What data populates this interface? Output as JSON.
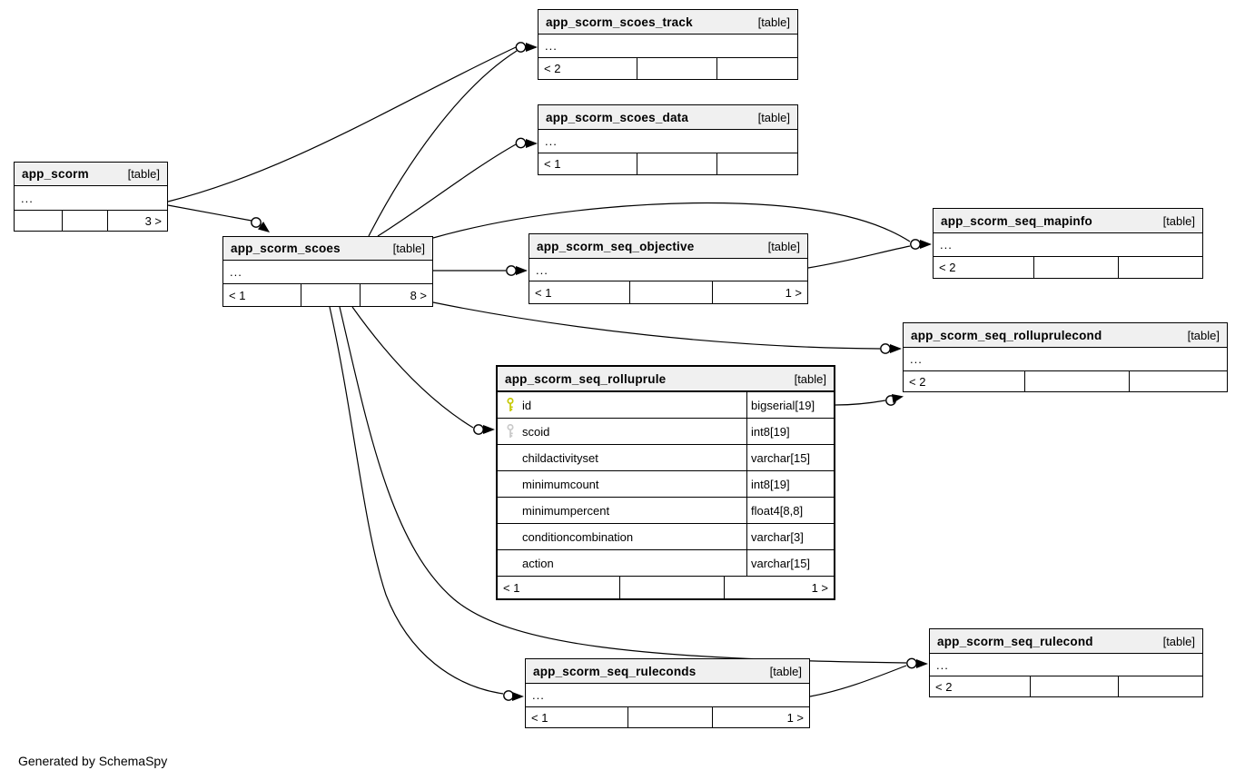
{
  "diagram": {
    "generated_by": "Generated by SchemaSpy",
    "colors": {
      "background": "#ffffff",
      "table_header_bg": "#f0f0f0",
      "border": "#000000",
      "primary_key_icon": "#c5c800",
      "foreign_key_icon": "#c9c9c9"
    },
    "tables": {
      "app_scorm": {
        "title": "app_scorm",
        "tag": "[table]",
        "ellipsis": "...",
        "footer_left": "",
        "footer_mid": "",
        "footer_right": "3 >"
      },
      "app_scorm_scoes": {
        "title": "app_scorm_scoes",
        "tag": "[table]",
        "ellipsis": "...",
        "footer_left": "< 1",
        "footer_mid": "",
        "footer_right": "8 >"
      },
      "app_scorm_scoes_track": {
        "title": "app_scorm_scoes_track",
        "tag": "[table]",
        "ellipsis": "...",
        "footer_left": "< 2",
        "footer_mid": "",
        "footer_right": ""
      },
      "app_scorm_scoes_data": {
        "title": "app_scorm_scoes_data",
        "tag": "[table]",
        "ellipsis": "...",
        "footer_left": "< 1",
        "footer_mid": "",
        "footer_right": ""
      },
      "app_scorm_seq_objective": {
        "title": "app_scorm_seq_objective",
        "tag": "[table]",
        "ellipsis": "...",
        "footer_left": "< 1",
        "footer_mid": "",
        "footer_right": "1 >"
      },
      "app_scorm_seq_mapinfo": {
        "title": "app_scorm_seq_mapinfo",
        "tag": "[table]",
        "ellipsis": "...",
        "footer_left": "< 2",
        "footer_mid": "",
        "footer_right": ""
      },
      "app_scorm_seq_rolluprulecond": {
        "title": "app_scorm_seq_rolluprulecond",
        "tag": "[table]",
        "ellipsis": "...",
        "footer_left": "< 2",
        "footer_mid": "",
        "footer_right": ""
      },
      "app_scorm_seq_rolluprule": {
        "title": "app_scorm_seq_rolluprule",
        "tag": "[table]",
        "footer_left": "< 1",
        "footer_mid": "",
        "footer_right": "1 >",
        "columns": [
          {
            "name": "id",
            "type": "bigserial[19]",
            "key": "primary-key"
          },
          {
            "name": "scoid",
            "type": "int8[19]",
            "key": "foreign-key"
          },
          {
            "name": "childactivityset",
            "type": "varchar[15]",
            "key": ""
          },
          {
            "name": "minimumcount",
            "type": "int8[19]",
            "key": ""
          },
          {
            "name": "minimumpercent",
            "type": "float4[8,8]",
            "key": ""
          },
          {
            "name": "conditioncombination",
            "type": "varchar[3]",
            "key": ""
          },
          {
            "name": "action",
            "type": "varchar[15]",
            "key": ""
          }
        ]
      },
      "app_scorm_seq_rulecond": {
        "title": "app_scorm_seq_rulecond",
        "tag": "[table]",
        "ellipsis": "...",
        "footer_left": "< 2",
        "footer_mid": "",
        "footer_right": ""
      },
      "app_scorm_seq_ruleconds": {
        "title": "app_scorm_seq_ruleconds",
        "tag": "[table]",
        "ellipsis": "...",
        "footer_left": "< 1",
        "footer_mid": "",
        "footer_right": "1 >"
      }
    },
    "relationships": [
      {
        "from": "app_scorm",
        "to": "app_scorm_scoes"
      },
      {
        "from": "app_scorm",
        "to": "app_scorm_scoes_track"
      },
      {
        "from": "app_scorm_scoes",
        "to": "app_scorm_scoes_track"
      },
      {
        "from": "app_scorm_scoes",
        "to": "app_scorm_scoes_data"
      },
      {
        "from": "app_scorm_scoes",
        "to": "app_scorm_seq_objective"
      },
      {
        "from": "app_scorm_scoes",
        "to": "app_scorm_seq_mapinfo"
      },
      {
        "from": "app_scorm_seq_objective",
        "to": "app_scorm_seq_mapinfo"
      },
      {
        "from": "app_scorm_scoes",
        "to": "app_scorm_seq_rolluprulecond"
      },
      {
        "from": "app_scorm_seq_rolluprule",
        "to": "app_scorm_seq_rolluprulecond"
      },
      {
        "from": "app_scorm_scoes",
        "to": "app_scorm_seq_rolluprule.scoid"
      },
      {
        "from": "app_scorm_scoes",
        "to": "app_scorm_seq_ruleconds"
      },
      {
        "from": "app_scorm_scoes",
        "to": "app_scorm_seq_rulecond"
      },
      {
        "from": "app_scorm_seq_ruleconds",
        "to": "app_scorm_seq_rulecond"
      }
    ]
  }
}
